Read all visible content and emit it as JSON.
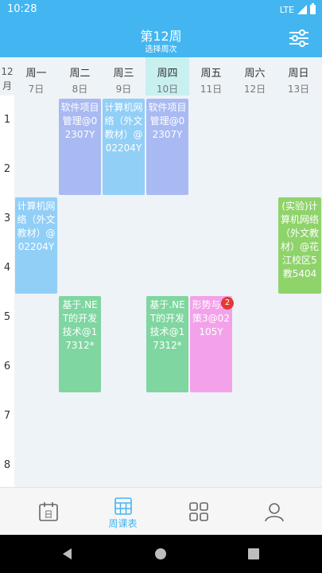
{
  "status_bar": {
    "time": "10:28",
    "network": "LTE"
  },
  "header": {
    "title": "第12周",
    "subtitle": "选择周次",
    "filter_icon": "sliders-icon"
  },
  "week": {
    "month": "12",
    "month_unit": "月",
    "days": [
      {
        "name": "周一",
        "date": "7日"
      },
      {
        "name": "周二",
        "date": "8日"
      },
      {
        "name": "周三",
        "date": "9日"
      },
      {
        "name": "周四",
        "date": "10日",
        "today": true
      },
      {
        "name": "周五",
        "date": "11日"
      },
      {
        "name": "周六",
        "date": "12日"
      },
      {
        "name": "周日",
        "date": "13日"
      }
    ]
  },
  "periods": [
    "1",
    "2",
    "3",
    "4",
    "5",
    "6",
    "7",
    "8"
  ],
  "courses": [
    {
      "text": "软件项目管理@02307Y",
      "color": "#a9b9f2"
    },
    {
      "text": "计算机网络（外文教材）@02204Y",
      "color": "#91cff7"
    },
    {
      "text": "软件项目管理@02307Y",
      "color": "#a9b9f2"
    },
    {
      "text": "计算机网络（外文教材）@02204Y",
      "color": "#91cff7"
    },
    {
      "text": "(实验)计算机网络（外文教材）@花江校区5教5404",
      "color": "#8fd36b"
    },
    {
      "text": "基于.NET的开发技术@17312*",
      "color": "#7fd6a0"
    },
    {
      "text": "基于.NET的开发技术@17312*",
      "color": "#7fd6a0"
    },
    {
      "text": "形势与政策3@02105Y",
      "color": "#f3a2ea",
      "badge": "2"
    }
  ],
  "bottom_nav": [
    {
      "icon": "calendar-day-icon",
      "label": ""
    },
    {
      "icon": "week-grid-icon",
      "label": "周课表",
      "active": true
    },
    {
      "icon": "apps-grid-icon",
      "label": ""
    },
    {
      "icon": "profile-icon",
      "label": ""
    }
  ],
  "colors": {
    "primary": "#43b6f1",
    "today": "#c8f0ef",
    "grid_bg": "#eef3f7"
  }
}
